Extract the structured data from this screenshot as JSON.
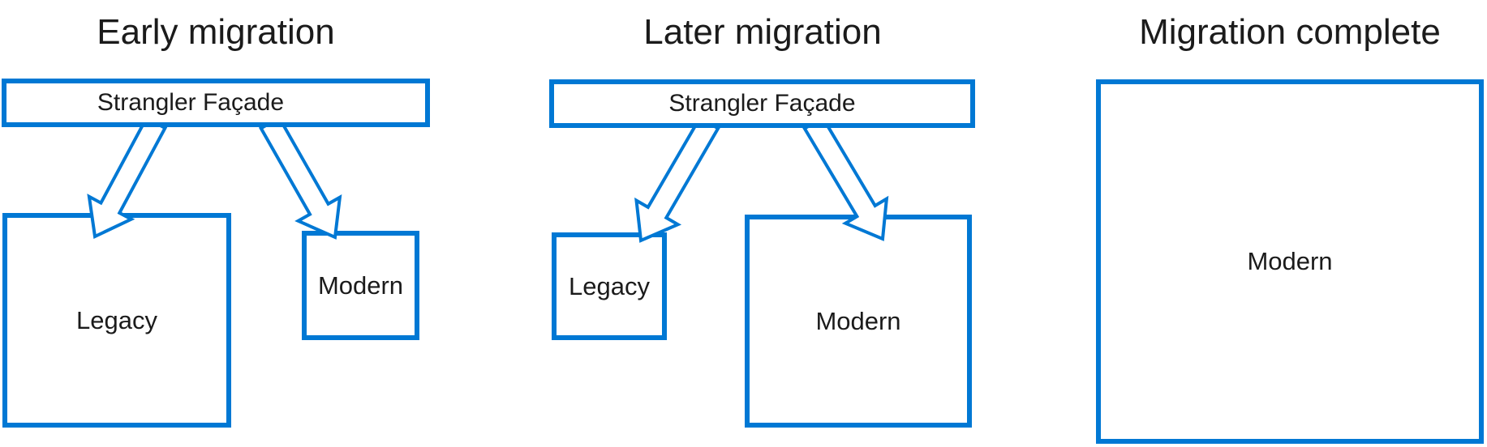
{
  "colors": {
    "accent": "#0078D4",
    "text": "#1b1b1b",
    "arrow_fill": "#ffffff"
  },
  "panels": [
    {
      "title": "Early migration",
      "facade_label": "Strangler Façade",
      "boxes": [
        {
          "label": "Legacy"
        },
        {
          "label": "Modern"
        }
      ]
    },
    {
      "title": "Later migration",
      "facade_label": "Strangler Façade",
      "boxes": [
        {
          "label": "Legacy"
        },
        {
          "label": "Modern"
        }
      ]
    },
    {
      "title": "Migration complete",
      "boxes": [
        {
          "label": "Modern"
        }
      ]
    }
  ]
}
